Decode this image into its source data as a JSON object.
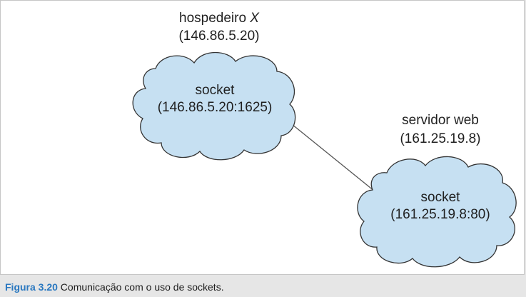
{
  "host": {
    "name_prefix": "hospedeiro ",
    "name_var": "X",
    "ip": "(146.86.5.20)",
    "socket_label": "socket",
    "socket_address": "(146.86.5.20:1625)"
  },
  "server": {
    "name": "servidor web",
    "ip": "(161.25.19.8)",
    "socket_label": "socket",
    "socket_address": "(161.25.19.8:80)"
  },
  "caption": {
    "figure_number": "Figura 3.20",
    "text": " Comunicação com o uso de sockets."
  },
  "colors": {
    "cloud_fill": "#c6e0f2",
    "cloud_stroke": "#333333",
    "connector": "#555555",
    "caption_accent": "#2a78c0"
  }
}
